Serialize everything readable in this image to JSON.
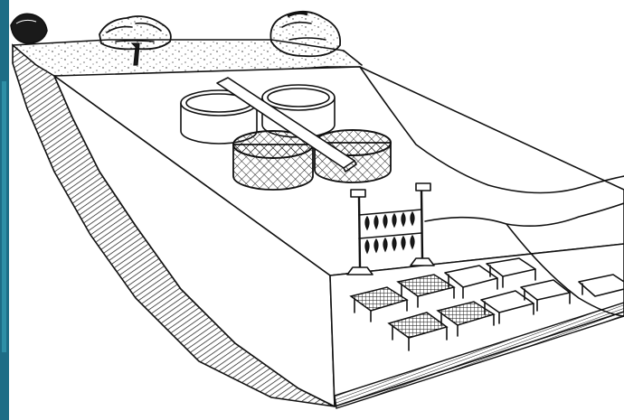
{
  "figure": {
    "caption": "",
    "style": "black-and-white line drawing",
    "left_edge_accent": "#1d6d86",
    "ink_color": "#111111",
    "paper_color": "#ffffff"
  },
  "elements": {
    "tanks": {
      "open_count": 2,
      "netted_count": 2
    },
    "drying_rack": {
      "fish_per_row": 6,
      "rows": 2
    },
    "trays": {
      "meshed_count": 4,
      "empty_count": 5
    },
    "trees": {
      "count": 1
    },
    "bushes": {
      "count": 2
    }
  }
}
